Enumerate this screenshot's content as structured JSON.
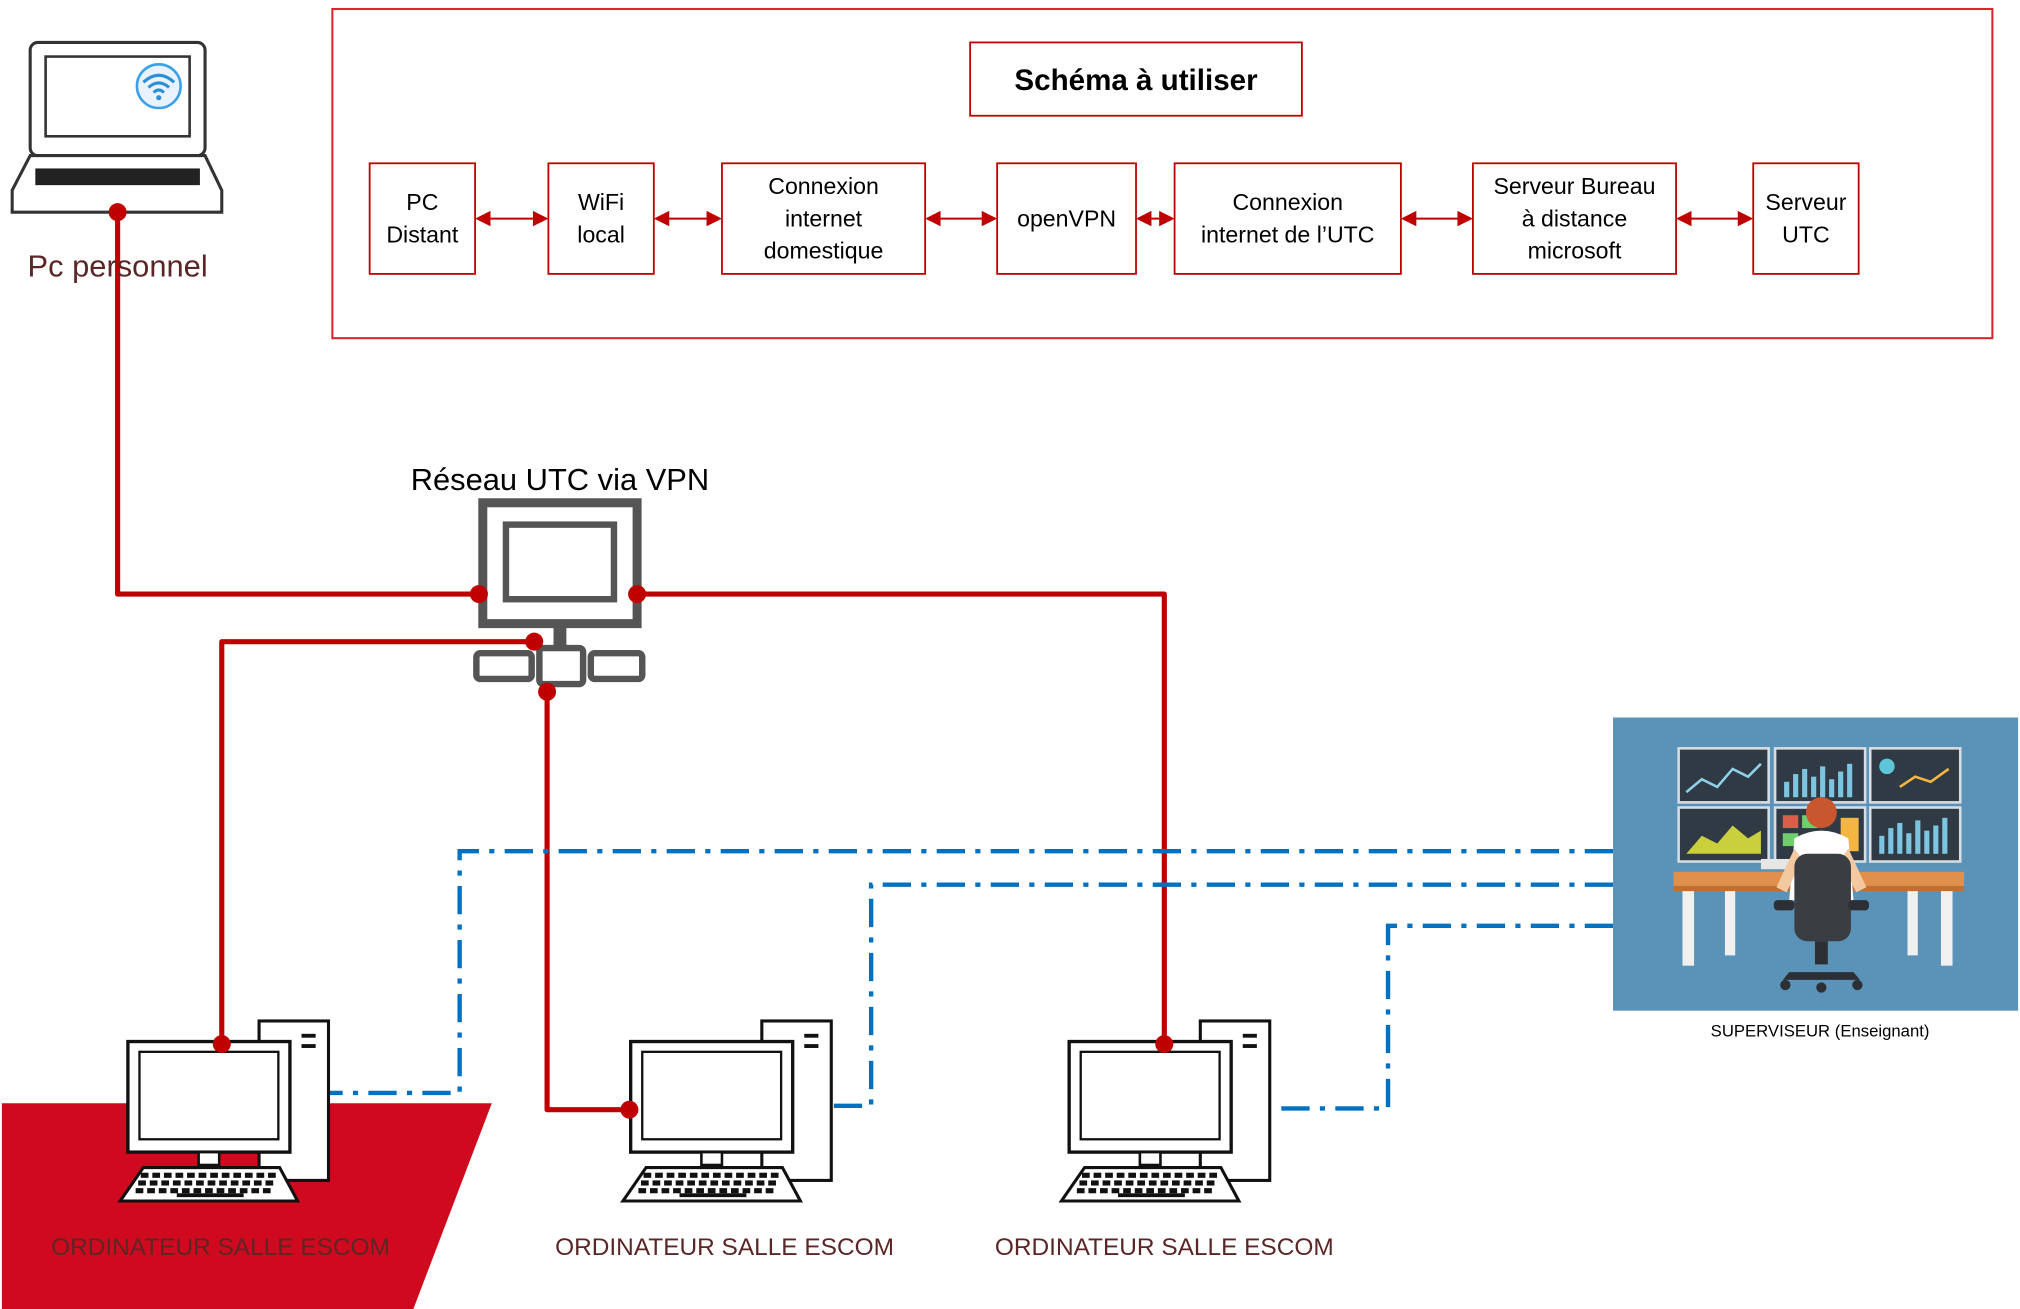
{
  "schema": {
    "title": "Schéma à utiliser",
    "boxes": [
      {
        "lines": [
          "PC",
          "Distant"
        ]
      },
      {
        "lines": [
          "WiFi",
          "local"
        ]
      },
      {
        "lines": [
          "Connexion",
          "internet",
          "domestique"
        ]
      },
      {
        "lines": [
          "openVPN"
        ]
      },
      {
        "lines": [
          "Connexion",
          "internet de l’UTC"
        ]
      },
      {
        "lines": [
          "Serveur Bureau",
          "à distance",
          "microsoft"
        ]
      },
      {
        "lines": [
          "Serveur",
          "UTC"
        ]
      }
    ]
  },
  "laptop": {
    "label": "Pc personnel"
  },
  "hub": {
    "label": "Réseau UTC via VPN"
  },
  "supervisor": {
    "label": "SUPERVISEUR (Enseignant)"
  },
  "computers": [
    {
      "label": "ORDINATEUR SALLE ESCOM"
    },
    {
      "label": "ORDINATEUR SALLE ESCOM"
    },
    {
      "label": "ORDINATEUR SALLE ESCOM"
    }
  ],
  "colors": {
    "wired_link": "#c00000",
    "supervision_link": "#0070c0",
    "highlight_area": "#d00a1e",
    "frame": "#d9262e"
  }
}
